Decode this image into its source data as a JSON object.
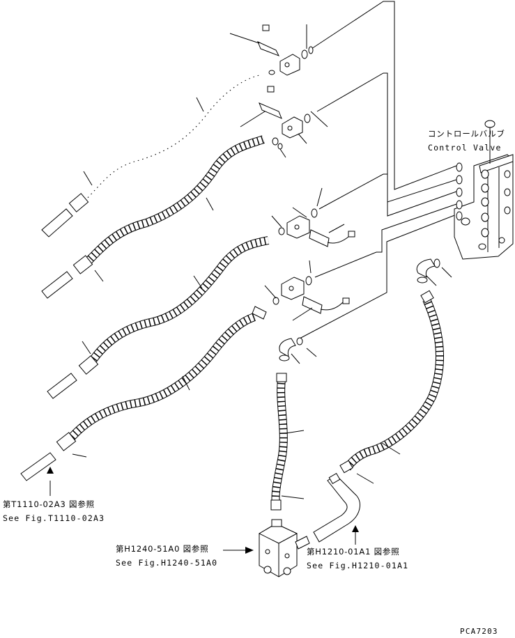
{
  "labels": {
    "control_valve_jp": "コントロールバルブ",
    "control_valve_en": "Control Valve",
    "ref_t1110_jp": "第T1110-02A3 図参照",
    "ref_t1110_en": "See Fig.T1110-02A3",
    "ref_h1240_jp": "第H1240-51A0 図参照",
    "ref_h1240_en": "See Fig.H1240-51A0",
    "ref_h1210_jp": "第H1210-01A1 図参照",
    "ref_h1210_en": "See Fig.H1210-01A1",
    "drawing_code": "PCA7203"
  },
  "parts": [
    "top-relay-block",
    "second-relay-block",
    "third-relay-block",
    "fourth-relay-block",
    "elbow-lower-center",
    "elbow-right",
    "hose-1",
    "hose-2",
    "hose-3",
    "hose-4",
    "hose-center-vertical",
    "hose-right",
    "control-valve",
    "lower-valve-block",
    "pipe-right"
  ]
}
